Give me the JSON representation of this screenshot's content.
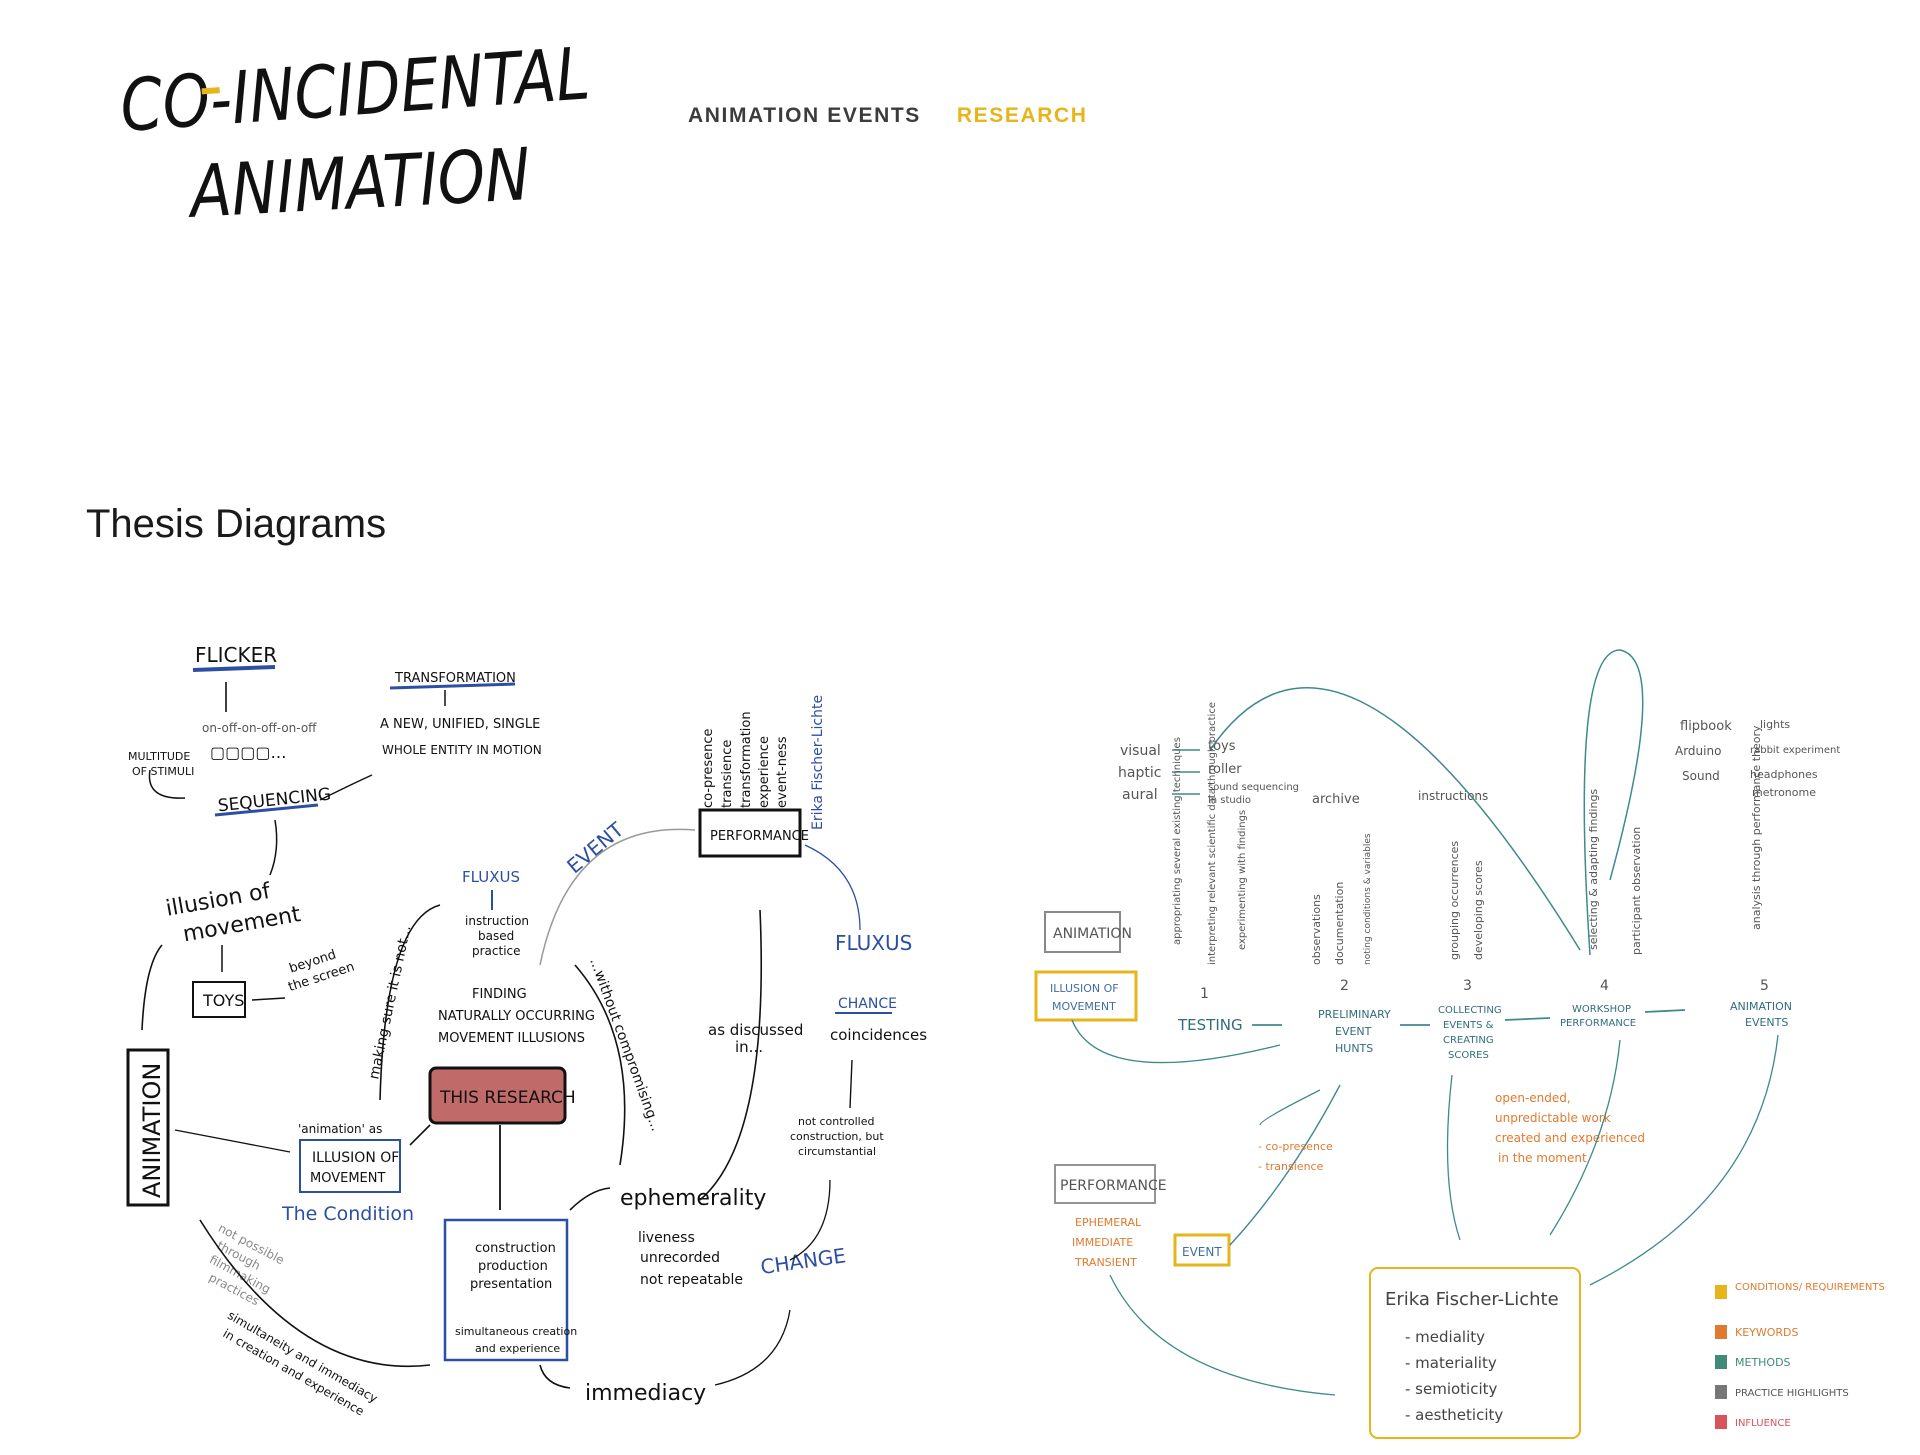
{
  "logo": {
    "line1": "CO-INCIDENTAL",
    "line2": "ANIMATION",
    "dash_color": "#E6B51B"
  },
  "nav": {
    "items": [
      {
        "label": "ANIMATION EVENTS",
        "color": "#3c3c3c",
        "active": false
      },
      {
        "label": "RESEARCH",
        "color": "#E6B51B",
        "active": true
      }
    ]
  },
  "section": {
    "title": "Thesis Diagrams"
  },
  "diagram1": {
    "flicker": "FLICKER",
    "onoff": "on-off-on-off-on-off",
    "multitude": "MULTITUDE",
    "stimuli": "OF STIMULI",
    "sequencing": "SEQUENCING",
    "transformation": "TRANSFORMATION",
    "new_unified": "A NEW, UNIFIED, SINGLE",
    "whole_entity": "WHOLE ENTITY IN MOTION",
    "illusion1": "illusion of",
    "illusion2": "movement",
    "toys": "TOYS",
    "beyond1": "beyond",
    "beyond2": "the screen",
    "animation": "ANIMATION",
    "making_sure": "making sure it is not...",
    "fluxus": "FLUXUS",
    "instruction1": "instruction",
    "instruction2": "based",
    "instruction3": "practice",
    "event": "EVENT",
    "finding1": "FINDING",
    "finding2": "NATURALLY OCCURRING",
    "finding3": "MOVEMENT ILLUSIONS",
    "without": "...without compromising...",
    "this_research": "THIS RESEARCH",
    "anim_as": "'animation' as",
    "illusion_box1": "ILLUSION OF",
    "illusion_box2": "MOVEMENT",
    "condition": "The Condition",
    "not_possible1": "not possible",
    "not_possible2": "through",
    "not_possible3": "filmmaking",
    "not_possible4": "practices",
    "construction1": "construction",
    "construction2": "production",
    "construction3": "presentation",
    "simultaneous1": "simultaneous creation",
    "simultaneous2": "and experience",
    "simul_long1": "simultaneity and immediacy",
    "simul_long2": "in creation and experience",
    "ephemerality": "ephemerality",
    "liveness": "liveness",
    "unrecorded": "unrecorded",
    "not_repeatable": "not repeatable",
    "immediacy": "immediacy",
    "as_discussed1": "as discussed",
    "as_discussed2": "in...",
    "performance": "PERFORMANCE",
    "co_presence": "co-presence",
    "transience": "transience",
    "transformation_v": "transformation",
    "experience": "experience",
    "event_ness": "event-ness",
    "erika": "Erika Fischer-Lichte",
    "fluxus2": "FLUXUS",
    "chance": "CHANCE",
    "coincidences": "coincidences",
    "not_controlled1": "not controlled",
    "not_controlled2": "construction, but",
    "not_controlled3": "circumstantial",
    "change": "CHANGE"
  },
  "diagram2": {
    "visual": "visual",
    "haptic": "haptic",
    "aural": "aural",
    "toys": "toys",
    "roller": "roller",
    "sound_seq1": "sound sequencing",
    "sound_seq2": "in studio",
    "archive": "archive",
    "instructions": "instructions",
    "flipbook": "flipbook",
    "arduino": "Arduino",
    "sound": "Sound",
    "lights": "lights",
    "rabbit": "rabbit experiment",
    "headphones": "headphones",
    "metronome": "metronome",
    "v1": "appropriating several existing techniques",
    "v2": "interpreting relevant scientific data through practice",
    "v3": "experimenting with findings",
    "v4": "observations",
    "v5": "documentation",
    "v6": "noting conditions & variables",
    "v7": "grouping occurrences",
    "v8": "developing scores",
    "v9": "selecting & adapting findings",
    "v10": "participant observation",
    "v11": "analysis through performance theory",
    "animation": "ANIMATION",
    "illusion1": "ILLUSION OF",
    "illusion2": "MOVEMENT",
    "n1": "1",
    "n2": "2",
    "n3": "3",
    "n4": "4",
    "n5": "5",
    "testing": "TESTING",
    "prelim1": "PRELIMINARY",
    "prelim2": "EVENT",
    "prelim3": "HUNTS",
    "collect1": "COLLECTING",
    "collect2": "EVENTS &",
    "collect3": "CREATING",
    "collect4": "SCORES",
    "workshop1": "WORKSHOP",
    "workshop2": "PERFORMANCE",
    "anim_events1": "ANIMATION",
    "anim_events2": "EVENTS",
    "performance": "PERFORMANCE",
    "ephemeral": "EPHEMERAL",
    "immediate": "IMMEDIATE",
    "transient": "TRANSIENT",
    "event": "EVENT",
    "co_presence": "- co-presence",
    "transience": "- transience",
    "open1": "open-ended,",
    "open2": "unpredictable work",
    "open3": "created and experienced",
    "open4": "in the moment",
    "erika": "Erika Fischer-Lichte",
    "mediality": "- mediality",
    "materiality": "- materiality",
    "semioticity": "- semioticity",
    "aestheticity": "- aestheticity",
    "legend": [
      {
        "label": "CONDITIONS/ REQUIREMENTS",
        "color": "#E6B51B"
      },
      {
        "label": "KEYWORDS",
        "color": "#E07A2E"
      },
      {
        "label": "METHODS",
        "color": "#3F8A78"
      },
      {
        "label": "PRACTICE HIGHLIGHTS",
        "color": "#777777"
      },
      {
        "label": "INFLUENCE",
        "color": "#D9545A"
      }
    ]
  }
}
